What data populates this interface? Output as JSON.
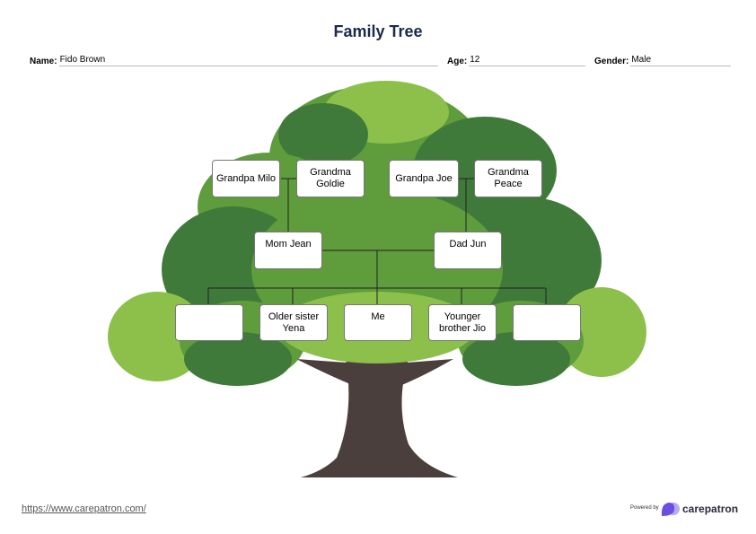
{
  "title": "Family Tree",
  "fields": {
    "name_label": "Name:",
    "name": "Fido Brown",
    "age_label": "Age:",
    "age": "12",
    "gender_label": "Gender:",
    "gender": "Male"
  },
  "grandparents": [
    "Grandpa Milo",
    "Grandma Goldie",
    "Grandpa Joe",
    "Grandma Peace"
  ],
  "parents": [
    "Mom Jean",
    "Dad Jun"
  ],
  "children": [
    "",
    "Older sister Yena",
    "Me",
    "Younger brother Jio",
    ""
  ],
  "footer": {
    "link": "https://www.carepatron.com/",
    "powered_by": "Powered by",
    "brand": "carepatron"
  },
  "colors": {
    "title": "#1b2a4a",
    "leaf_dark": "#3f7a3a",
    "leaf_mid": "#5e9c3c",
    "leaf_light": "#8cc04a",
    "trunk": "#4a3f3c"
  }
}
